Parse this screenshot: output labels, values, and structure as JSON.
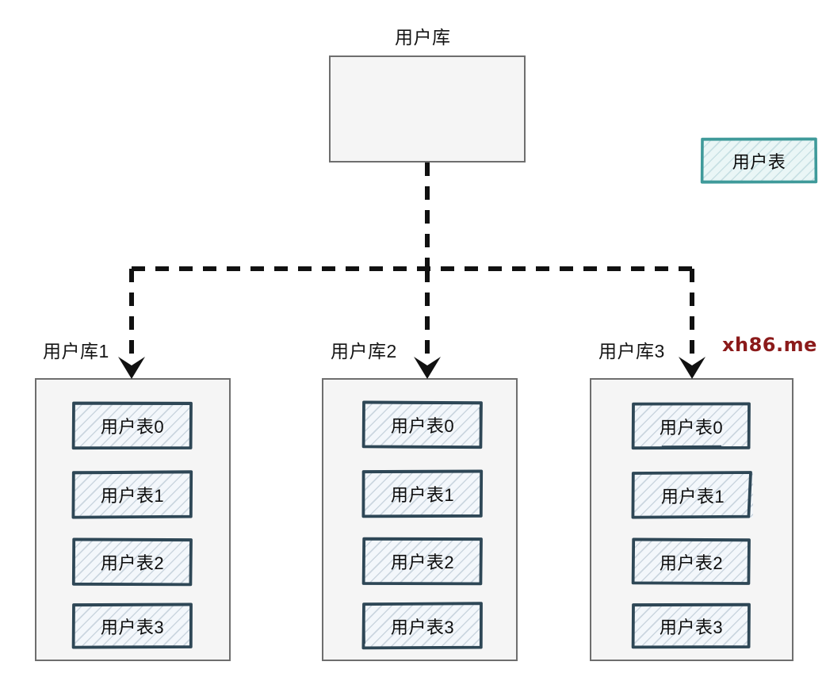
{
  "diagram": {
    "title": "用户库",
    "root": {
      "label": "用户库",
      "tables": [
        {
          "label": "用户表"
        }
      ]
    },
    "shards": [
      {
        "label": "用户库1",
        "tables": [
          {
            "label": "用户表0"
          },
          {
            "label": "用户表1"
          },
          {
            "label": "用户表2"
          },
          {
            "label": "用户表3"
          }
        ]
      },
      {
        "label": "用户库2",
        "tables": [
          {
            "label": "用户表0"
          },
          {
            "label": "用户表1"
          },
          {
            "label": "用户表2"
          },
          {
            "label": "用户表3"
          }
        ]
      },
      {
        "label": "用户库3",
        "tables": [
          {
            "label": "用户表0"
          },
          {
            "label": "用户表1"
          },
          {
            "label": "用户表2"
          },
          {
            "label": "用户表3"
          }
        ]
      }
    ]
  },
  "watermark": {
    "text": "xh86.me"
  },
  "colors": {
    "page_background": "#ffffff",
    "container_fill": "#f5f5f5",
    "container_border": "#6e6e6e",
    "root_table_border": "#3f9a9a",
    "root_table_fill": "#eaf6f6",
    "shard_table_border": "#2e4756",
    "shard_table_fill": "#f3f7fb",
    "connector": "#111111",
    "watermark": "#8b1a1a",
    "text": "#0d0d0d"
  },
  "connectors": {
    "style": "dashed",
    "arrow_heads": 3,
    "description": "用户库 分库分表 到 用户库1 / 用户库2 / 用户库3"
  }
}
